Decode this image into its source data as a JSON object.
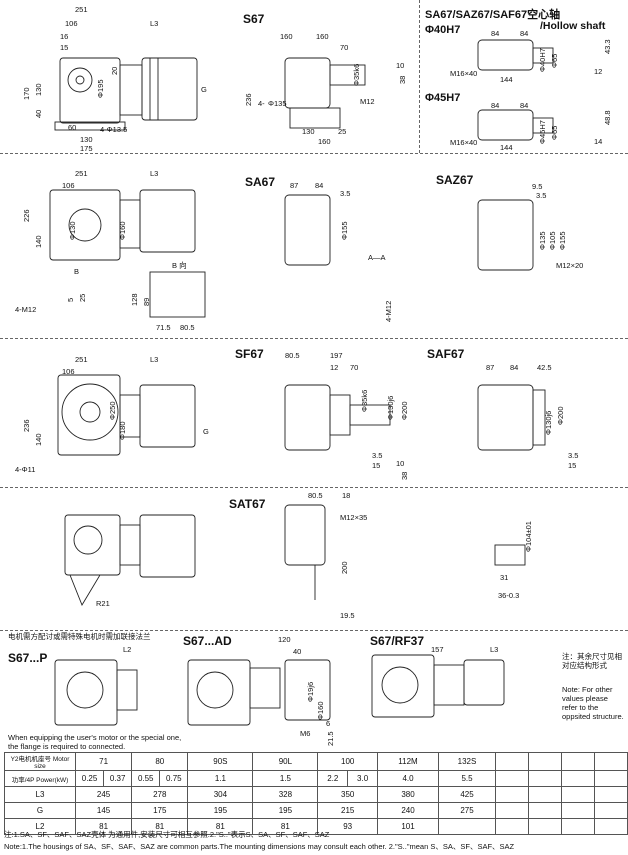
{
  "sections": {
    "s67": {
      "title": "S67"
    },
    "hollow": {
      "title": "SA67/SAZ67/SAF67空心轴",
      "subtitle": "/Hollow shaft",
      "bore1": "Φ40H7",
      "bore2": "Φ45H7"
    },
    "sa67": {
      "title": "SA67"
    },
    "saz67": {
      "title": "SAZ67"
    },
    "sf67": {
      "title": "SF67"
    },
    "saf67": {
      "title": "SAF67"
    },
    "sat67": {
      "title": "SAT67"
    },
    "s67p": {
      "title": "S67...P",
      "note_cn": "电机需方配讨或需特殊电机时需加联接法兰",
      "note_en": "When equipping the user's motor or the special one, the flange is required to connected."
    },
    "s67ad": {
      "title": "S67...AD"
    },
    "s67rf37": {
      "title": "S67/RF37"
    }
  },
  "dims": {
    "s67_left": [
      "251",
      "106",
      "L3",
      "16",
      "15",
      "170",
      "130",
      "40",
      "60",
      "130",
      "175",
      "4-Φ13.5",
      "Φ195",
      "20",
      "G"
    ],
    "s67_mid": [
      "160",
      "160",
      "70",
      "Φ35k6",
      "10",
      "38",
      "236",
      "Φ135",
      "M12",
      "130",
      "25",
      "160",
      "4-"
    ],
    "hollow1": [
      "84",
      "84",
      "Φ40H7",
      "Φ65",
      "43.3",
      "12",
      "M16×40",
      "144"
    ],
    "hollow2": [
      "84",
      "84",
      "Φ45H7",
      "Φ65",
      "48.8",
      "14",
      "M16×40",
      "144"
    ],
    "sa67_left": [
      "251",
      "106",
      "L3",
      "Φ130",
      "Φ160",
      "140",
      "226",
      "B",
      "4-M12",
      "5",
      "25"
    ],
    "sa67_b": [
      "B 向",
      "128",
      "89",
      "71.5",
      "80.5"
    ],
    "sa67_mid": [
      "87",
      "84",
      "3.5",
      "Φ155",
      "A—A",
      "4-M12"
    ],
    "saz67": [
      "9.5",
      "3.5",
      "Φ135",
      "Φ105",
      "Φ155",
      "M12×20"
    ],
    "sf67_left": [
      "251",
      "106",
      "L3",
      "Φ250",
      "Φ180",
      "236",
      "140",
      "4-Φ11",
      "G"
    ],
    "sf67_mid": [
      "80.5",
      "197",
      "12",
      "70",
      "Φ35k6",
      "Φ200",
      "Φ130j6",
      "3.5",
      "15",
      "10",
      "38"
    ],
    "saf67": [
      "87",
      "84",
      "42.5",
      "Φ130j6",
      "Φ200",
      "3.5",
      "15"
    ],
    "sat67": [
      "80.5",
      "18",
      "M12×35",
      "200",
      "19.5",
      "R21",
      "Φ104±01",
      "31",
      "36-0.3"
    ],
    "s67p": [
      "L2"
    ],
    "s67ad": [
      "120",
      "40",
      "Φ19j6",
      "Φ160",
      "M6",
      "6",
      "21.5"
    ],
    "s67rf37": [
      "157",
      "L3"
    ]
  },
  "side_note": {
    "cn": "注：其余尺寸见相对应结构形式",
    "en": "Note: For other values please refer to the oppsited structure."
  },
  "table": {
    "row_motor": {
      "label": "Y2电机机座号 Motor size",
      "values": [
        "71",
        "80",
        "90S",
        "90L",
        "100",
        "112M",
        "132S"
      ]
    },
    "row_power": {
      "label": "功率/4P Power(kW)",
      "values": [
        "0.25",
        "0.37",
        "0.55",
        "0.75",
        "1.1",
        "1.5",
        "2.2",
        "3.0",
        "4.0",
        "5.5"
      ]
    },
    "row_l3": {
      "label": "L3",
      "values": [
        "245",
        "278",
        "304",
        "328",
        "350",
        "380",
        "425"
      ]
    },
    "row_g": {
      "label": "G",
      "values": [
        "145",
        "175",
        "195",
        "195",
        "215",
        "240",
        "275"
      ]
    },
    "row_l2": {
      "label": "L2",
      "values": [
        "81",
        "81",
        "81",
        "81",
        "93",
        "101"
      ]
    }
  },
  "footnotes": {
    "cn": "注:1.SA、SF、SAF、SAZ壳体 为通用件,安装尺寸可相互参照.2.\"S..\"表示S、SA、SF、SAF、SAZ",
    "en": "Note:1.The housings of SA、SF、SAF、SAZ are common parts.The mounting dimensions may consult each other. 2.\"S..\"mean S、SA、SF、SAF、SAZ"
  }
}
